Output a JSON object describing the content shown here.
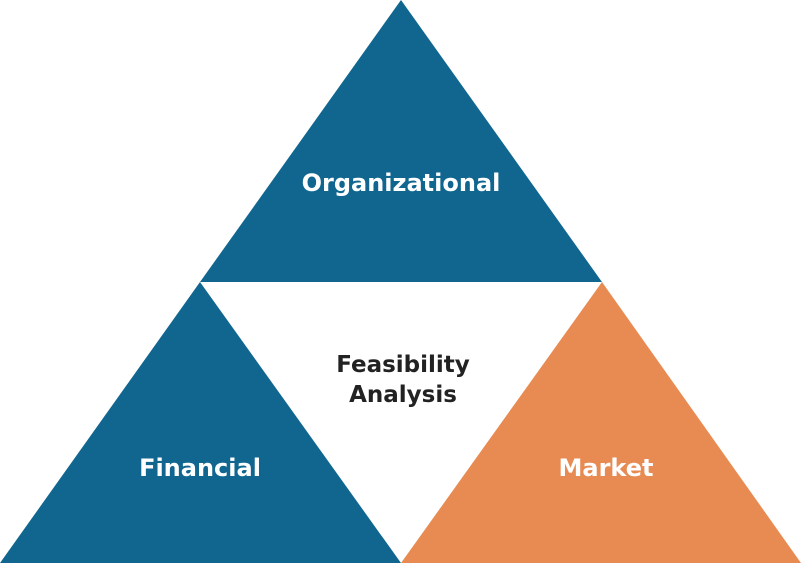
{
  "diagram": {
    "top": {
      "label": "Organizational",
      "color": "#10668f"
    },
    "left": {
      "label": "Financial",
      "color": "#10668f"
    },
    "right": {
      "label": "Market",
      "color": "#e88b52"
    },
    "center": {
      "line1": "Feasibility",
      "line2": "Analysis"
    }
  }
}
